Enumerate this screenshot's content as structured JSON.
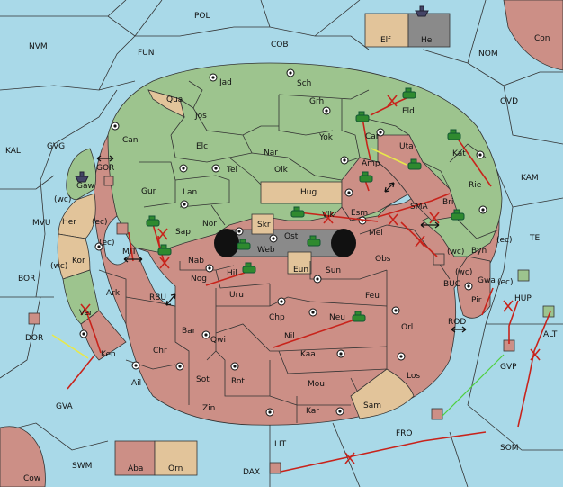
{
  "regions": {
    "pol": "POL",
    "nvm": "NVM",
    "fun": "FUN",
    "cob": "COB",
    "nom": "NOM",
    "con": "Con",
    "elf": "Elf",
    "hel": "Hel",
    "ovd": "OVD",
    "kal": "KAL",
    "gvg": "GVG",
    "kam": "KAM",
    "mvu": "MVU",
    "bor": "BOR",
    "tei": "TEI",
    "buc": "BUC",
    "rod": "ROD",
    "dor": "DOR",
    "gva": "GVA",
    "fro": "FRO",
    "lit": "LIT",
    "swm": "SWM",
    "som": "SOM",
    "dax": "DAX",
    "cow": "Cow",
    "aba": "Aba",
    "orn": "Orn",
    "alt": "ALT",
    "hup": "HUP",
    "gvp": "GVP",
    "jad": "Jad",
    "sch": "Sch",
    "qua": "Qua",
    "jos": "Jos",
    "grh": "Grh",
    "eld": "Eld",
    "can": "Can",
    "car": "Car",
    "yok": "Yok",
    "nar": "Nar",
    "uta": "Uta",
    "kat": "Kat",
    "elc": "Elc",
    "tel": "Tel",
    "olk": "Olk",
    "amp": "Amp",
    "gur": "Gur",
    "lan": "Lan",
    "hug": "Hug",
    "rie": "Rie",
    "bri": "Bri",
    "gor": "GOR",
    "gaw": "Gaw",
    "sma": "SMA",
    "her": "Her",
    "ec1": "(ec)",
    "wc1": "(wc)",
    "nor": "Nor",
    "esm": "Esm",
    "vik": "Vik",
    "mel": "Mel",
    "sap": "Sap",
    "skr": "Skr",
    "ost": "Ost",
    "web": "Web",
    "mit": "MIT",
    "ec2": "(ec)",
    "kor": "Kor",
    "wc2": "(wc)",
    "nab": "Nab",
    "eun": "Eun",
    "sun": "Sun",
    "obs": "Obs",
    "byn": "Byn",
    "wc3": "(wc)",
    "ec3": "(ec)",
    "ark": "Ark",
    "nog": "Nog",
    "hil": "Hil",
    "rbu": "RBU",
    "uru": "Uru",
    "feu": "Feu",
    "gwa": "Gwa",
    "ec4": "(ec)",
    "wc4": "(wc)",
    "pir": "Pir",
    "ver": "Ver",
    "bar": "Bar",
    "chp": "Chp",
    "neu": "Neu",
    "orl": "Orl",
    "qwi": "Qwi",
    "nil": "Nil",
    "ken": "Ken",
    "chr": "Chr",
    "kaa": "Kaa",
    "ail": "Ail",
    "sot": "Sot",
    "rot": "Rot",
    "mou": "Mou",
    "los": "Los",
    "zin": "Zin",
    "kar": "Kar",
    "sam": "Sam"
  },
  "colors": {
    "sea": "#a9d9e8",
    "green_power": "#9dc48e",
    "red_power": "#cc8f86",
    "neutral": "#e2c49a",
    "grey_power": "#8a8a8a",
    "order": "#c8231b",
    "support": "#e8e84a",
    "convoy": "#4fcf3f"
  }
}
